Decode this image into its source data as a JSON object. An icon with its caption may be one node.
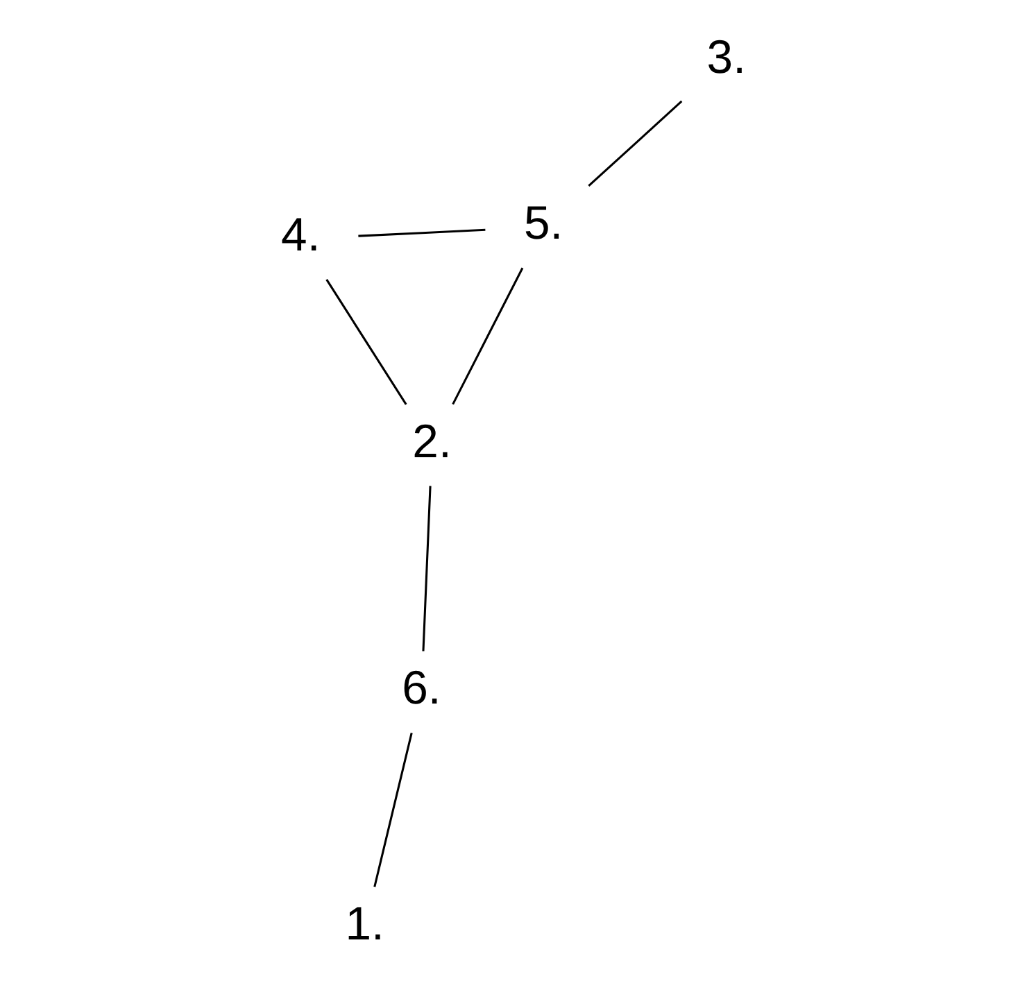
{
  "diagram": {
    "nodes": [
      {
        "text": [
          "1."
        ]
      },
      {
        "text": [
          "6."
        ]
      },
      {
        "text": [
          "2."
        ]
      },
      {
        "text": [
          "5."
        ]
      },
      {
        "text": [
          "3."
        ]
      },
      {
        "text": [
          "4."
        ]
      }
    ],
    "edges": [
      {
        "from": 1,
        "to": 0,
        "arrow": "none"
      },
      {
        "from": 1,
        "to": 2,
        "arrow": "none"
      },
      {
        "from": 3,
        "to": 2,
        "arrow": "none"
      },
      {
        "from": 3,
        "to": 4,
        "arrow": "none"
      },
      {
        "from": 5,
        "to": 2,
        "arrow": "none"
      },
      {
        "from": 3,
        "to": 5,
        "arrow": "none"
      }
    ]
  }
}
